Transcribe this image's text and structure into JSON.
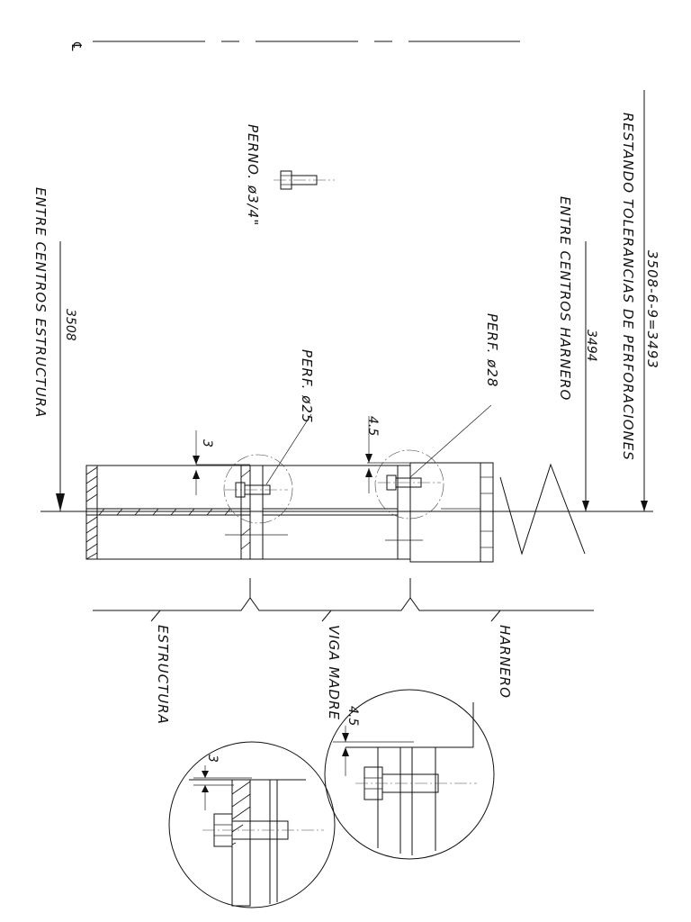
{
  "drawing": {
    "centerline_symbol": "℄",
    "labels": {
      "calc": "3508-6-9=3493",
      "tolerancias": "RESTANDO TOLERANCIAS DE PERFORACIONES",
      "entre_harnero": "ENTRE CENTROS HARNERO",
      "val_harnero": "3494",
      "perno": "PERNO. ø3/4\"",
      "entre_estructura": "ENTRE CENTROS ESTRUCTURA",
      "val_estructura": "3508",
      "perf25": "PERF. ø25",
      "perf28": "PERF. ø28",
      "dim_3": "3",
      "dim_45": "4.5",
      "estructura": "ESTRUCTURA",
      "viga_madre": "VIGA MADRE",
      "harnero": "HARNERO",
      "detail_dim_45": "4.5",
      "detail_dim_3": "3"
    }
  }
}
